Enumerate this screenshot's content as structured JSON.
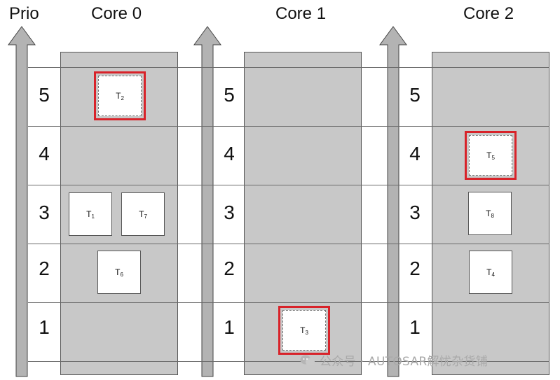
{
  "axis_label": "Prio",
  "cores": [
    {
      "title": "Core 0"
    },
    {
      "title": "Core 1"
    },
    {
      "title": "Core 2"
    }
  ],
  "priorities": [
    "5",
    "4",
    "3",
    "2",
    "1"
  ],
  "tasks": [
    {
      "id": "t2",
      "base": "T",
      "sub": "2",
      "core": "Core 0",
      "priority": 5,
      "highlighted": true
    },
    {
      "id": "t1",
      "base": "T",
      "sub": "1",
      "core": "Core 0",
      "priority": 3,
      "highlighted": false
    },
    {
      "id": "t7",
      "base": "T",
      "sub": "7",
      "core": "Core 0",
      "priority": 3,
      "highlighted": false
    },
    {
      "id": "t6",
      "base": "T",
      "sub": "6",
      "core": "Core 0",
      "priority": 2,
      "highlighted": false
    },
    {
      "id": "t3",
      "base": "T",
      "sub": "3",
      "core": "Core 1",
      "priority": 1,
      "highlighted": true
    },
    {
      "id": "t5",
      "base": "T",
      "sub": "5",
      "core": "Core 2",
      "priority": 4,
      "highlighted": true
    },
    {
      "id": "t8",
      "base": "T",
      "sub": "8",
      "core": "Core 2",
      "priority": 3,
      "highlighted": false
    },
    {
      "id": "t4",
      "base": "T",
      "sub": "4",
      "core": "Core 2",
      "priority": 2,
      "highlighted": false
    }
  ],
  "colors": {
    "highlight": "#d8232a",
    "column": "#c8c8c8",
    "arrow": "#b3b3b3"
  },
  "watermark": "公众号 · AUTOSAR解忧杂货铺"
}
